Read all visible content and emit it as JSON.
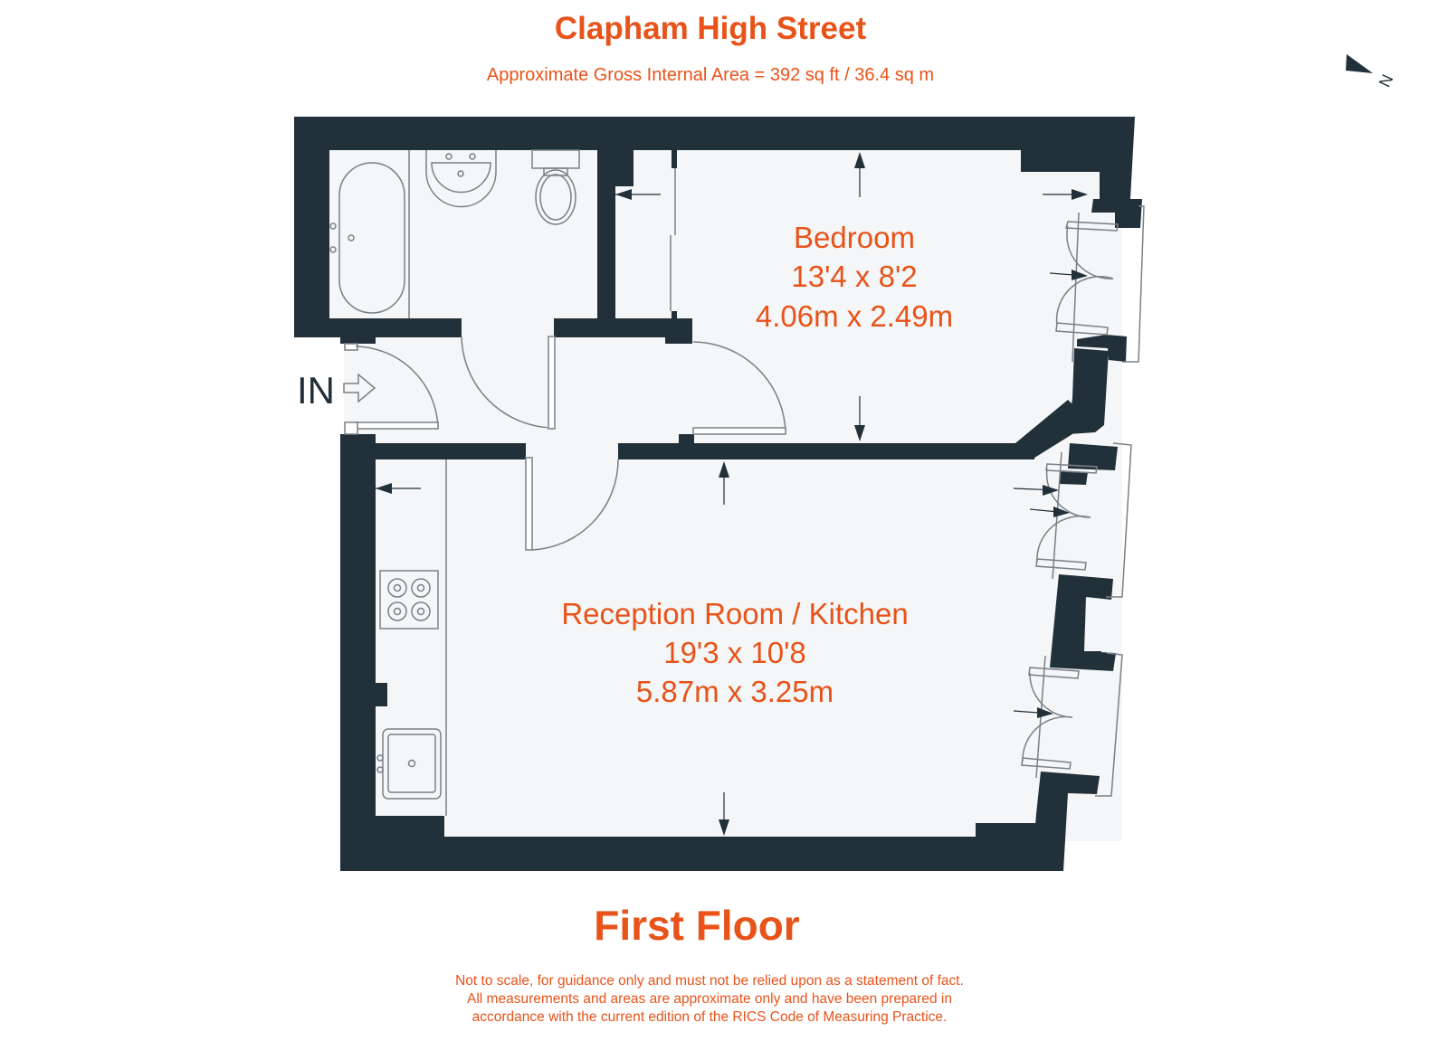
{
  "header": {
    "title": "Clapham High Street",
    "subtitle": "Approximate Gross Internal Area = 392 sq ft / 36.4 sq m"
  },
  "compass": {
    "icon": "north-arrow-icon",
    "label": "N"
  },
  "entrance": {
    "label": "IN",
    "icon": "arrow-right-icon"
  },
  "rooms": [
    {
      "name": "Bedroom",
      "imperial": "13'4 x 8'2",
      "metric": "4.06m x 2.49m"
    },
    {
      "name": "Reception Room / Kitchen",
      "imperial": "19'3 x 10'8",
      "metric": "5.87m x 3.25m"
    }
  ],
  "fixtures": [
    "bathtub",
    "washbasin",
    "toilet",
    "hob",
    "kitchen-sink",
    "french-doors",
    "windows"
  ],
  "floor": {
    "label": "First Floor"
  },
  "disclaimer": {
    "lines": [
      "Not to scale, for guidance only and must not be relied upon as a statement of fact.",
      "All measurements and areas are approximate only and have been prepared in",
      "accordance with the current edition of the RICS Code of Measuring Practice."
    ]
  },
  "colors": {
    "accent": "#e8531a",
    "wall": "#22303a",
    "floor": "#f4f6f7"
  }
}
